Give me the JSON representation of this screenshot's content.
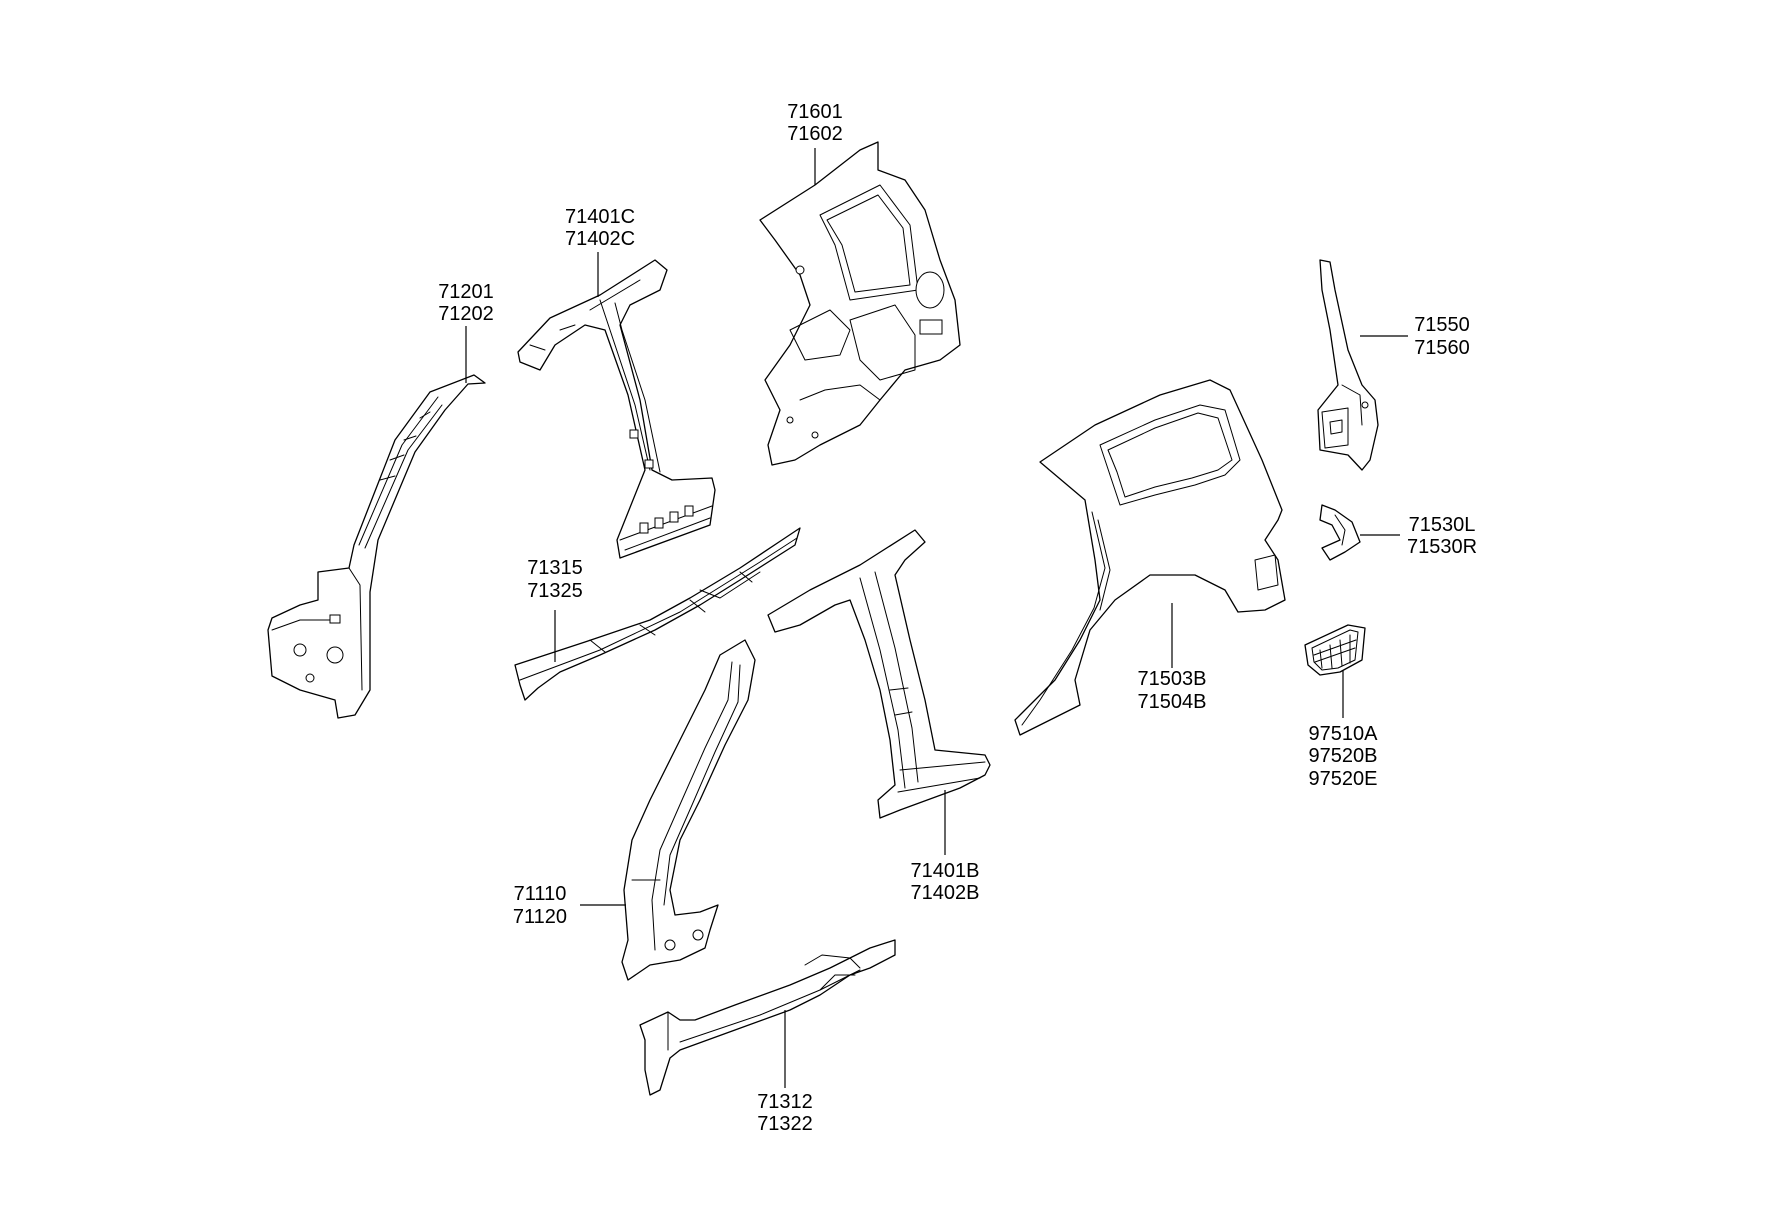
{
  "parts": [
    {
      "id": "a-pillar-upper",
      "numbers": [
        "71201",
        "71202"
      ]
    },
    {
      "id": "center-pillar-inner",
      "numbers": [
        "71401C",
        "71402C"
      ]
    },
    {
      "id": "quarter-inner",
      "numbers": [
        "71601",
        "71602"
      ]
    },
    {
      "id": "rear-pillar-trim",
      "numbers": [
        "71550",
        "71560"
      ]
    },
    {
      "id": "fuel-pocket",
      "numbers": [
        "71530L",
        "71530R"
      ]
    },
    {
      "id": "sill-reinforcement",
      "numbers": [
        "71315",
        "71325"
      ]
    },
    {
      "id": "quarter-outer",
      "numbers": [
        "71503B",
        "71504B"
      ]
    },
    {
      "id": "vent-grille",
      "numbers": [
        "97510A",
        "97520B",
        "97520E"
      ]
    },
    {
      "id": "center-pillar-outer",
      "numbers": [
        "71401B",
        "71402B"
      ]
    },
    {
      "id": "front-pillar",
      "numbers": [
        "71110",
        "71120"
      ]
    },
    {
      "id": "side-sill",
      "numbers": [
        "71312",
        "71322"
      ]
    }
  ]
}
